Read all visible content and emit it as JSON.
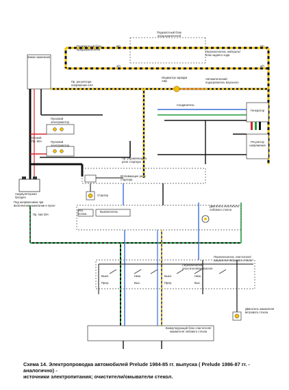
{
  "labels": {
    "ignition_switch": "Замок зажигания",
    "dash_relay": "Подкапотный блок предохранителей",
    "fuse_block_top": "Подкапотный блок предохранителей",
    "inhibit_switch": "Переключатель нейтраль/блок заднего хода",
    "bp_top": "в/п",
    "ap_top": "а/п",
    "bp_mid": "в/п",
    "ap_mid": "а/п",
    "fuse_regulator": "Пр. регулятора напряжения 10А",
    "indicator_charge": "Индикатор зарядки АКБ",
    "auto_switch": "Автоматический подогреватель впускного",
    "start_relay": "Пусковой электромотор",
    "fuse_main": "Осевой Пр. 80А",
    "start_relay2": "Пусковой электромотор",
    "connector": "Соединитель",
    "generator": "Генератор",
    "voltage_regulator": "Регулятор напряжения",
    "control_relay": "Пр. управляющего реле стартера",
    "starter_motor_switch": "Втягивающее реле стартера",
    "starter": "Стартер",
    "battery": "Аккумуляторная батарея",
    "under_voltage": "Под напряжением при включенном зажигании и пуске",
    "fuse_8": "Пр. №8 20А",
    "wiper_motor_front": "Двигатель очистителя лобового стекла",
    "park": "Исх. полож.",
    "switch_washer": "Выключатель",
    "wiper_switch_combined": "Переключатель очистителя/омывателя ветрового стекла",
    "sw_label1": "Переключатель",
    "sw_label2": "очистителя/омывателя",
    "off1": "Выкл.",
    "int1": "Прер.",
    "low1": "Низк.",
    "high1": "Выс.",
    "off2": "Выкл.",
    "int2": "Прер.",
    "low2": "Низк.",
    "high2": "Выс.",
    "washer_motor": "Двигатель омывателя ветрового стекла",
    "commutator_block": "Коммутирующий блок очистителя/омывателя лобового стекла",
    "caption_line1": "Схема 14. Электропроводка автомобилей Prelude 1984-85 гг. выпуска ( Prelude 1986-87 гг. - аналогично) -",
    "caption_line2": "источники электропитания; очистители/омыватели стекол."
  },
  "colors": {
    "black": "#111111",
    "yellow": "#f2c200",
    "green": "#1e9a3a",
    "blue": "#3a6fd8",
    "red": "#d8242b",
    "white": "#ffffff",
    "brown": "#7a4a1e",
    "orange": "#ef8a1a",
    "gray": "#888888"
  }
}
